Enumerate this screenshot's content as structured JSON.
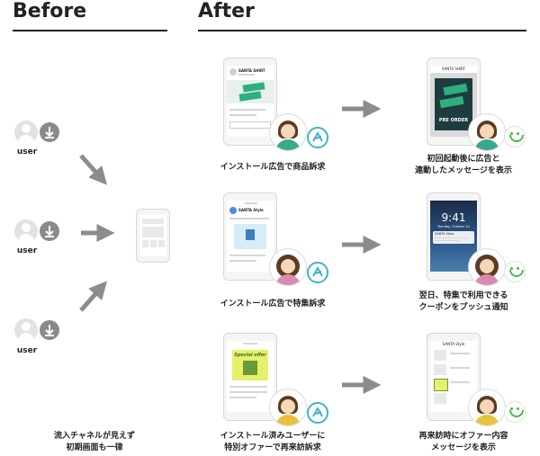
{
  "headers": {
    "before": "Before",
    "after": "After"
  },
  "before": {
    "user_label": "user",
    "caption_line1": "流入チャネルが見えず",
    "caption_line2": "初期画面も一律"
  },
  "after": {
    "rows": [
      {
        "left_caption": "インストール広告で商品訴求",
        "left_screen": {
          "brand": "SANTA SHIRT"
        },
        "right_caption_line1": "初回起動後に広告と",
        "right_caption_line2": "連動したメッセージを表示",
        "right_screen": {
          "brand": "SANTA SHIRT",
          "button": "PRE ORDER"
        }
      },
      {
        "left_caption": "インストール広告で特集訴求",
        "left_screen": {
          "brand": "SANTA Style"
        },
        "right_caption_line1": "翌日、特集で利用できる",
        "right_caption_line2": "クーポンをプッシュ通知",
        "right_screen": {
          "time": "9:41",
          "date": "Monday, October 24",
          "notif_brand": "SANTA Style"
        }
      },
      {
        "left_caption_line1": "インストール済みユーザーに",
        "left_caption_line2": "特別オファーで再来訪訴求",
        "left_screen": {
          "title": "Special offer"
        },
        "right_caption_line1": "再来訪時にオファー内容",
        "right_caption_line2": "メッセージを表示",
        "right_screen": {
          "brand": "SANTA Style"
        }
      }
    ]
  },
  "icons": [
    "person-icon",
    "download-icon",
    "arrow-icon",
    "app-logo-icon",
    "smile-icon"
  ],
  "colors": {
    "arrow": "#8c8c8c",
    "accent_green": "#4db84a",
    "accent_cyan": "#3fb3c8",
    "banner_green": "#2fae7e",
    "banner_dark": "#1e3b40",
    "offer_yellow": "#e6f06a"
  }
}
